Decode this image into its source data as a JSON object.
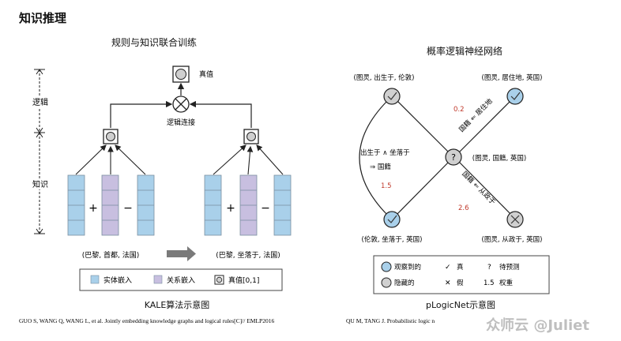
{
  "page_title": "知识推理",
  "kale": {
    "title": "规则与知识联合训练",
    "caption": "KALE算法示意图",
    "citation": "GUO S, WANG Q, WANG L, et al. Jointly embedding knowledge graphs and logical rules[C]// EMLP2016",
    "side_logic": "逻辑",
    "side_knowledge": "知识",
    "truth_label": "真值",
    "connect_label": "逻辑连接",
    "plus": "+",
    "minus": "−",
    "left_triple": "(巴黎, 首都, 法国)",
    "right_triple": "(巴黎, 坐落于, 法国)",
    "legend": {
      "entity": "实体嵌入",
      "relation": "关系嵌入",
      "truth": "真值[0,1]"
    },
    "colors": {
      "entity": "#a9d0ea",
      "relation": "#c8bfe0",
      "node": "#cfcfcf"
    }
  },
  "plogic": {
    "title": "概率逻辑神经网络",
    "caption": "pLogicNet示意图",
    "citation": "QU M, TANG J. Probabilistic logic n",
    "node_top_left": "(图灵, 出生于, 伦敦)",
    "node_top_right": "(图灵, 居住地, 英国)",
    "node_center": "(图灵, 国籍, 英国)",
    "node_bottom_left": "(伦敦, 坐落于, 英国)",
    "node_bottom_right": "(图灵, 从政于, 英国)",
    "center_mark": "?",
    "rule_left_line1": "出生于 ∧ 坐落于",
    "rule_left_line2": "⇒ 国籍",
    "rule_top_right": "国籍 ⇐ 居住地",
    "rule_bottom_right": "国籍 ⇐ 从政于",
    "weight_left": "1.5",
    "weight_top_right": "0.2",
    "weight_bottom_right": "2.6",
    "legend": {
      "observed": "观察到的",
      "hidden": "隐藏的",
      "true_sym": "✓",
      "true_label": "真",
      "false_sym": "✕",
      "false_label": "假",
      "q_sym": "?",
      "q_label": "待预测",
      "w_sym": "1.5",
      "w_label": "权重"
    },
    "colors": {
      "observed": "#a9d0ea",
      "hidden": "#d0d0d0",
      "weight": "#c0392b"
    }
  },
  "watermark": "众师云 @Juliet"
}
